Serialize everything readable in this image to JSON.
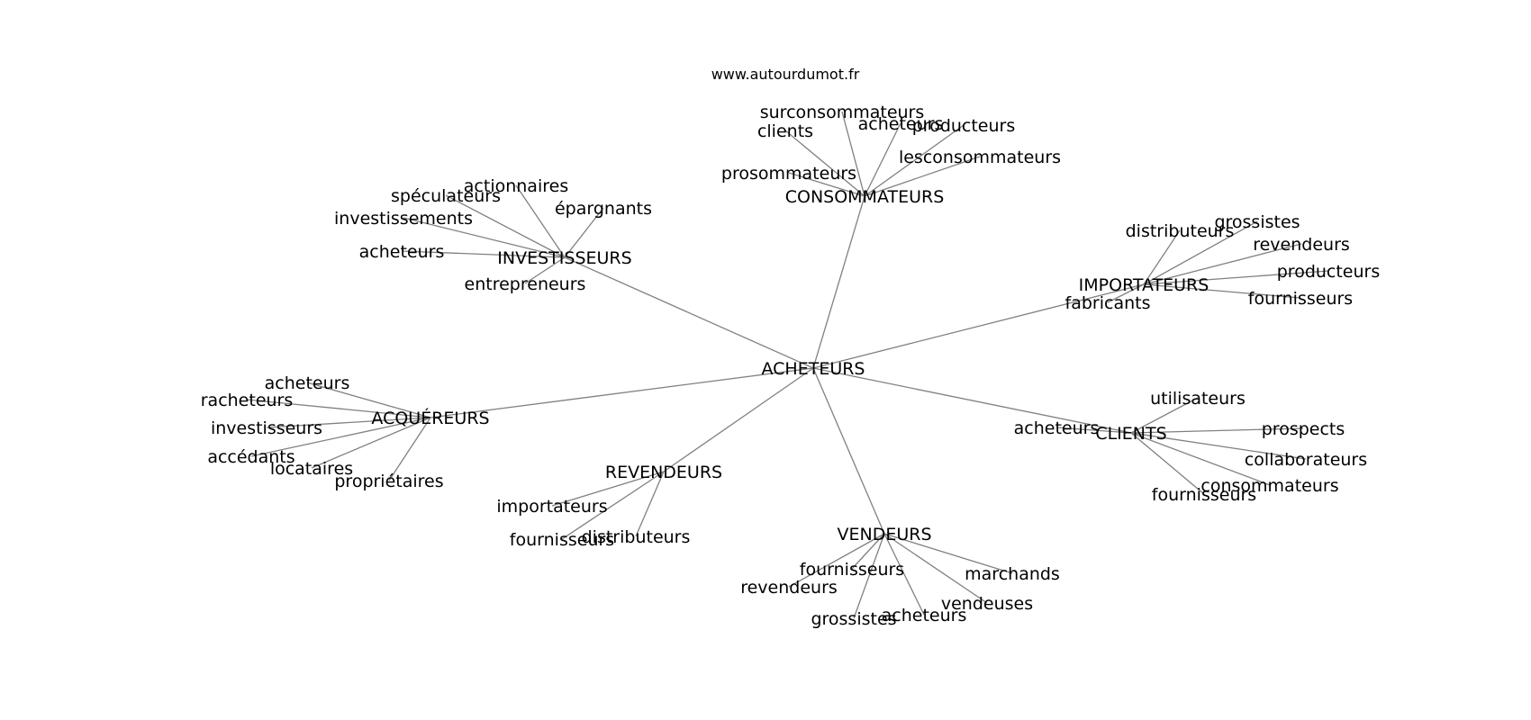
{
  "watermark": "www.autourdumot.fr",
  "colors": {
    "edge": "#808080",
    "text": "#000000",
    "background": "#ffffff"
  },
  "center": {
    "id": "c",
    "label": "ACHETEURS"
  },
  "clusters": [
    {
      "id": "cons",
      "label": "CONSOMMATEURS",
      "words": [
        {
          "id": "cons-0",
          "label": "surconsommateurs"
        },
        {
          "id": "cons-1",
          "label": "clients"
        },
        {
          "id": "cons-2",
          "label": "acheteurs"
        },
        {
          "id": "cons-3",
          "label": "producteurs"
        },
        {
          "id": "cons-4",
          "label": "lesconsommateurs"
        },
        {
          "id": "cons-5",
          "label": "prosommateurs"
        }
      ]
    },
    {
      "id": "inv",
      "label": "INVESTISSEURS",
      "words": [
        {
          "id": "inv-0",
          "label": "actionnaires"
        },
        {
          "id": "inv-1",
          "label": "spéculateurs"
        },
        {
          "id": "inv-2",
          "label": "épargnants"
        },
        {
          "id": "inv-3",
          "label": "investissements"
        },
        {
          "id": "inv-4",
          "label": "acheteurs"
        },
        {
          "id": "inv-5",
          "label": "entrepreneurs"
        }
      ]
    },
    {
      "id": "imp",
      "label": "IMPORTATEURS",
      "words": [
        {
          "id": "imp-0",
          "label": "grossistes"
        },
        {
          "id": "imp-1",
          "label": "distributeurs"
        },
        {
          "id": "imp-2",
          "label": "revendeurs"
        },
        {
          "id": "imp-3",
          "label": "producteurs"
        },
        {
          "id": "imp-4",
          "label": "fournisseurs"
        },
        {
          "id": "imp-5",
          "label": "fabricants"
        }
      ]
    },
    {
      "id": "acq",
      "label": "ACQUÉREURS",
      "words": [
        {
          "id": "acq-0",
          "label": "acheteurs"
        },
        {
          "id": "acq-1",
          "label": "racheteurs"
        },
        {
          "id": "acq-2",
          "label": "investisseurs"
        },
        {
          "id": "acq-3",
          "label": "accédants"
        },
        {
          "id": "acq-4",
          "label": "locataires"
        },
        {
          "id": "acq-5",
          "label": "propriétaires"
        }
      ]
    },
    {
      "id": "cli",
      "label": "CLIENTS",
      "words": [
        {
          "id": "cli-0",
          "label": "utilisateurs"
        },
        {
          "id": "cli-1",
          "label": "acheteurs"
        },
        {
          "id": "cli-2",
          "label": "prospects"
        },
        {
          "id": "cli-3",
          "label": "collaborateurs"
        },
        {
          "id": "cli-4",
          "label": "consommateurs"
        },
        {
          "id": "cli-5",
          "label": "fournisseurs"
        }
      ]
    },
    {
      "id": "rev",
      "label": "REVENDEURS",
      "words": [
        {
          "id": "rev-0",
          "label": "importateurs"
        },
        {
          "id": "rev-1",
          "label": "fournisseurs"
        },
        {
          "id": "rev-2",
          "label": "distributeurs"
        }
      ]
    },
    {
      "id": "ven",
      "label": "VENDEURS",
      "words": [
        {
          "id": "ven-0",
          "label": "fournisseurs"
        },
        {
          "id": "ven-1",
          "label": "revendeurs"
        },
        {
          "id": "ven-2",
          "label": "marchands"
        },
        {
          "id": "ven-3",
          "label": "vendeuses"
        },
        {
          "id": "ven-4",
          "label": "grossistes"
        },
        {
          "id": "ven-5",
          "label": "acheteurs"
        }
      ]
    }
  ]
}
